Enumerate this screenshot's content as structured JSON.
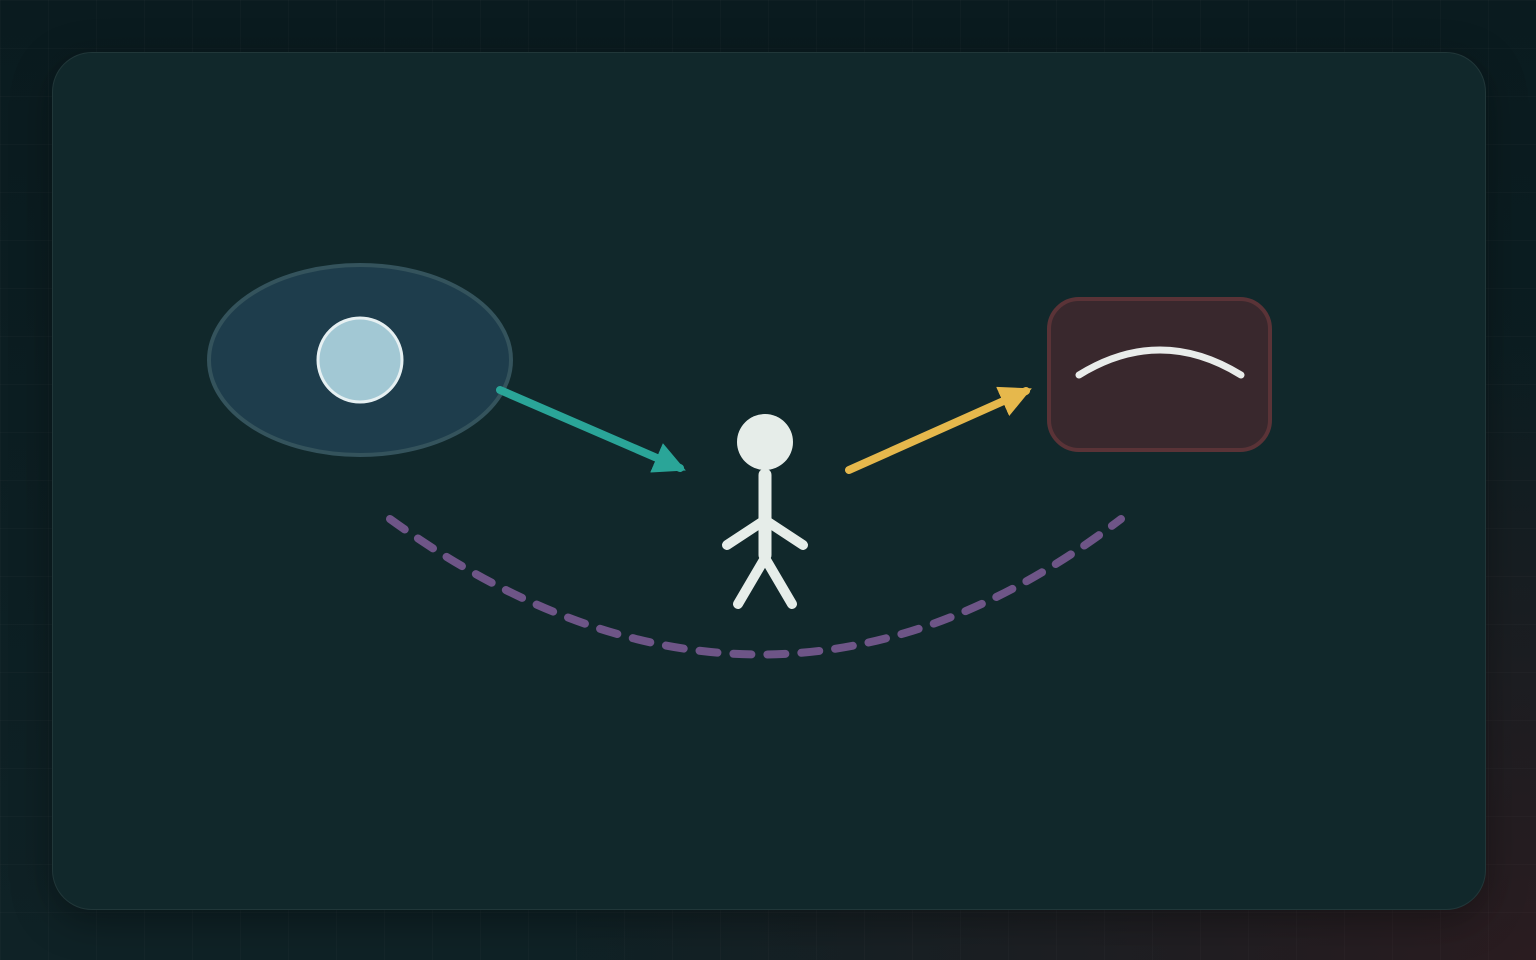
{
  "diagram": {
    "nodes": [
      {
        "id": "eye",
        "icon": "eye-icon"
      },
      {
        "id": "person",
        "icon": "person-icon"
      },
      {
        "id": "sad-face",
        "icon": "frown-icon"
      }
    ],
    "edges": [
      {
        "from": "eye",
        "to": "person",
        "style": "solid-arrow"
      },
      {
        "from": "person",
        "to": "sad-face",
        "style": "solid-arrow"
      },
      {
        "from": "eye",
        "to": "sad-face",
        "style": "dashed-curve"
      }
    ]
  },
  "colors": {
    "background": "#0d1f22",
    "panel": "#11282b",
    "eye_outer": "#1e3d4c",
    "eye_pupil": "#a2c8d4",
    "person": "#e6ede9",
    "arrow_teal": "#2aa598",
    "arrow_gold": "#e6b84c",
    "frown_box": "#39282d",
    "frown_border": "#5a3337",
    "dashed_curve": "#6e5587"
  }
}
